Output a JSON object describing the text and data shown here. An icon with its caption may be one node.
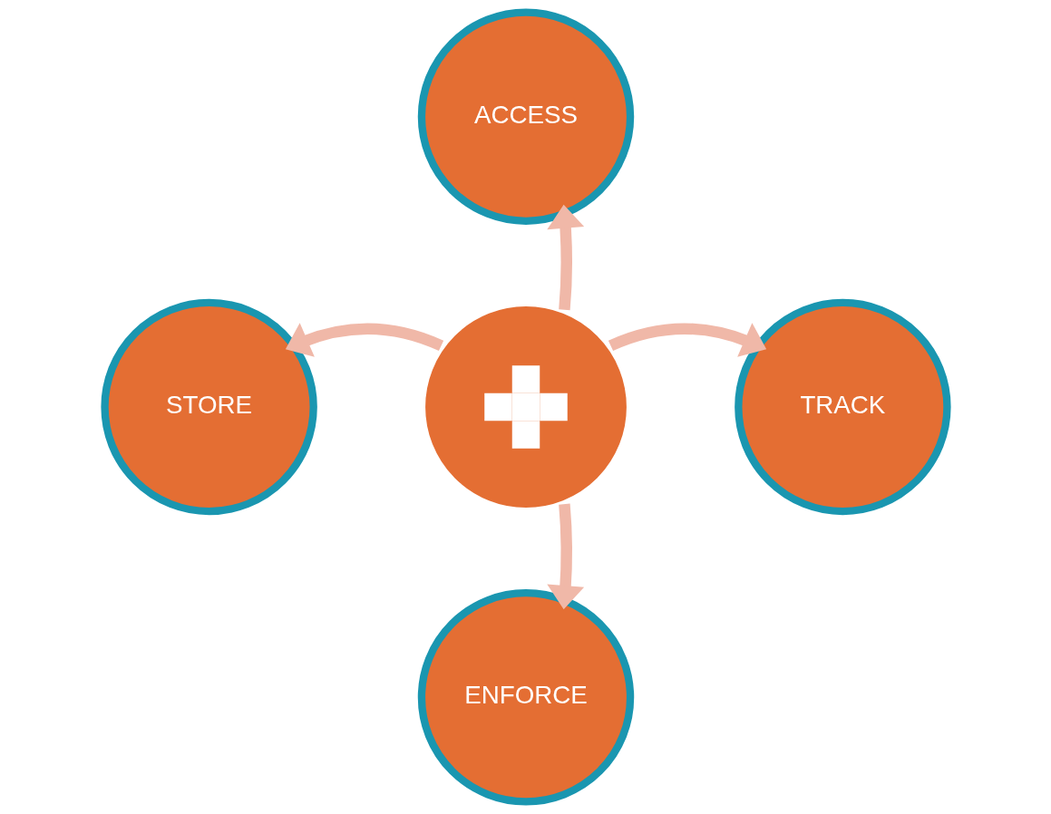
{
  "diagram": {
    "nodes": [
      {
        "text": [
          "ACCESS"
        ]
      },
      {
        "text": [
          "STORE"
        ]
      },
      {
        "text": [],
        "shape": "circle"
      },
      {
        "text": [
          "TRACK"
        ]
      },
      {
        "text": [
          "ENFORCE"
        ]
      }
    ],
    "edges": [
      {
        "from": 2,
        "to": 0,
        "arrow": "to"
      },
      {
        "from": 2,
        "to": 1,
        "arrow": "to"
      },
      {
        "from": 2,
        "to": 3,
        "arrow": "to"
      },
      {
        "from": 2,
        "to": 4,
        "arrow": "to"
      }
    ]
  }
}
